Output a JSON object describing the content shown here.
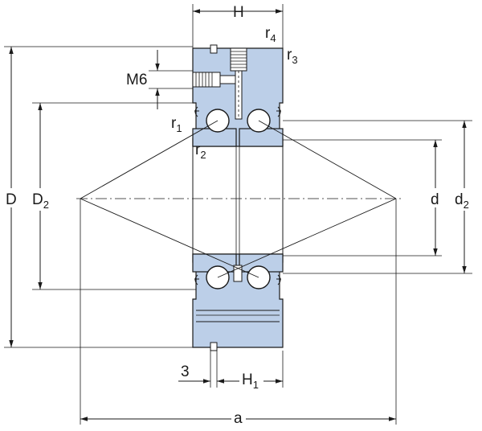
{
  "colors": {
    "part_fill": "#bccfe8",
    "line": "#1a1a1a",
    "background": "#ffffff"
  },
  "labels": {
    "H": "H",
    "r4": "r",
    "r4_sub": "4",
    "r3": "r",
    "r3_sub": "3",
    "M6": "M6",
    "r1": "r",
    "r1_sub": "1",
    "r2": "r",
    "r2_sub": "2",
    "D": "D",
    "D2": "D",
    "D2_sub": "2",
    "d": "d",
    "d2": "d",
    "d2_sub": "2",
    "three": "3",
    "H1": "H",
    "H1_sub": "1",
    "a": "a"
  }
}
